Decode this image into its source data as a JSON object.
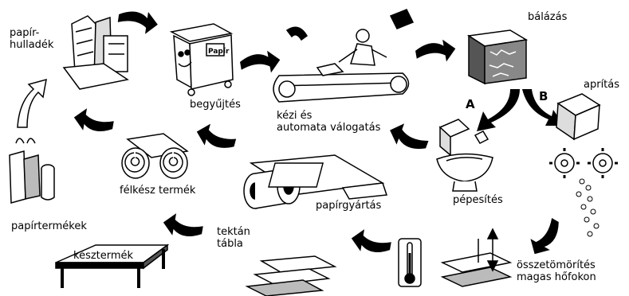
{
  "steps": {
    "waste_paper": "papír-\nhulladék",
    "collection": "begyűjtés",
    "sorting": "kézi és\nautomata válogatás",
    "baling": "bálázás",
    "route_a": "A",
    "route_b": "B",
    "shredding": "aprítás",
    "pulping": "pépesítés",
    "papermaking": "papírgyártás",
    "semi_finished": "félkész termék",
    "paper_products": "papírtermékek",
    "compression": "összetömörítés\nmagas hőfokon",
    "board": "tektán\ntábla",
    "finished": "késztermék"
  },
  "bin_sign": "Papír",
  "ink": "#000000"
}
